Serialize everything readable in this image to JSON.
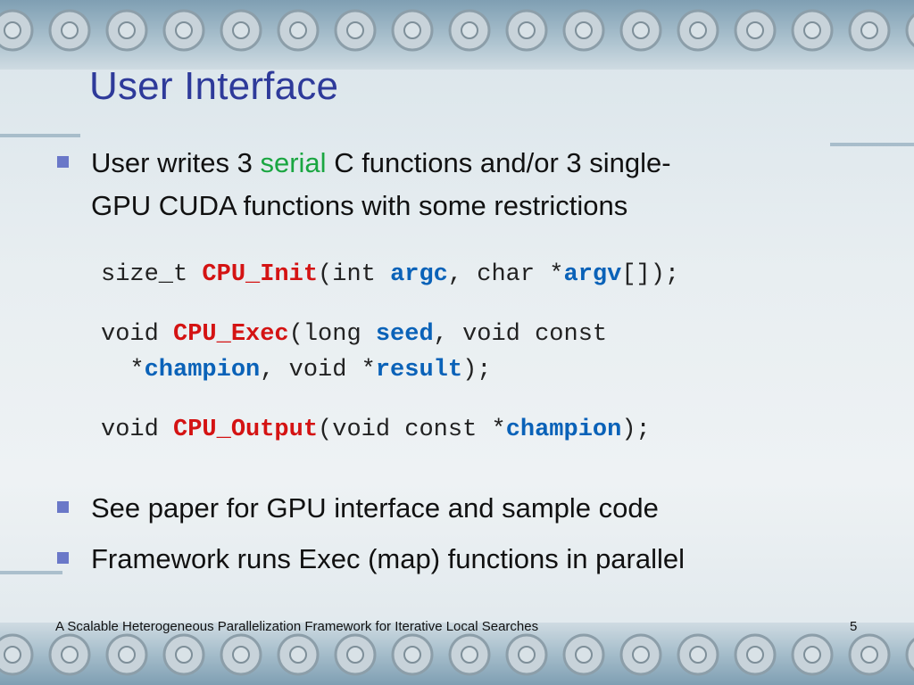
{
  "slide": {
    "title": "User Interface",
    "bullets": [
      {
        "parts": [
          "User writes 3 ",
          "serial",
          " C functions and/or 3 single-"
        ],
        "line2": "GPU CUDA functions with some restrictions"
      },
      {
        "text": "See paper for GPU interface and sample code"
      },
      {
        "text": "Framework runs Exec (map) functions in parallel"
      }
    ],
    "code": {
      "line1": [
        "size_t ",
        "CPU_Init",
        "(int ",
        "argc",
        ", char *",
        "argv",
        "[]);"
      ],
      "line2": [
        "void ",
        "CPU_Exec",
        "(long ",
        "seed",
        ", void const"
      ],
      "line3": [
        "  *",
        "champion",
        ", void *",
        "result",
        ");"
      ],
      "line4": [
        "void ",
        "CPU_Output",
        "(void const *",
        "champion",
        ");"
      ]
    },
    "footer": "A Scalable Heterogeneous Parallelization Framework for Iterative Local Searches",
    "page_number": "5"
  },
  "colors": {
    "title": "#2e3a9a",
    "serial": "#1aa641",
    "function_name": "#d41313",
    "parameter": "#0a62b8",
    "bullet": "#6a78c8"
  }
}
